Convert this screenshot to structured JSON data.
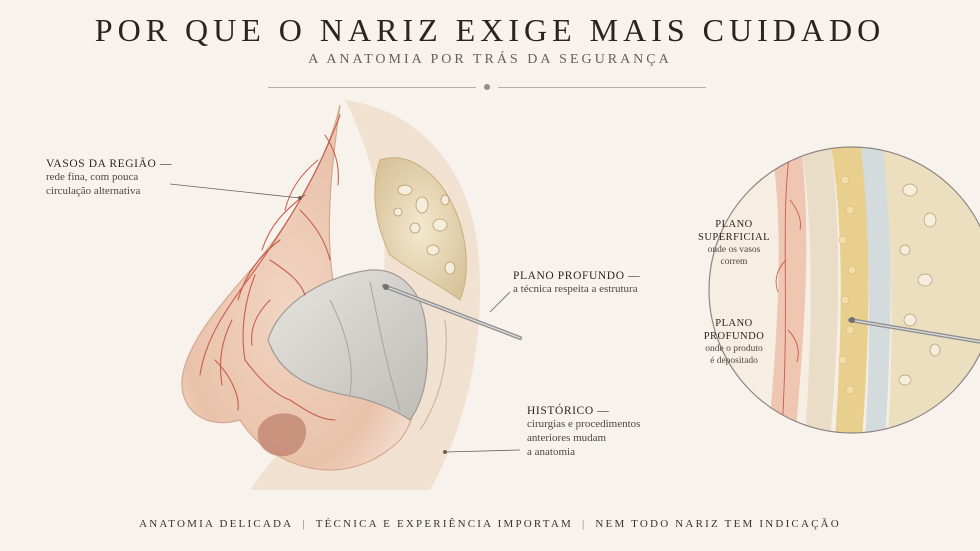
{
  "header": {
    "title": "POR QUE O NARIZ EXIGE MAIS CUIDADO",
    "subtitle": "A ANATOMIA POR TRÁS DA SEGURANÇA"
  },
  "labels": {
    "vessels": {
      "title": "VASOS DA REGIÃO —",
      "line1": "rede fina, com pouca",
      "line2": "circulação alternativa"
    },
    "deep_plane": {
      "title": "PLANO PROFUNDO —",
      "line1": "a técnica respeita a estrutura"
    },
    "history": {
      "title": "HISTÓRICO —",
      "line1": "cirurgias e procedimentos",
      "line2": "anteriores mudam",
      "line3": "a anatomia"
    }
  },
  "inset": {
    "superficial": {
      "title1": "PLANO",
      "title2": "SUPERFICIAL",
      "line1": "onde os vasos",
      "line2": "correm"
    },
    "deep": {
      "title1": "PLANO",
      "title2": "PROFUNDO",
      "line1": "onde o produto",
      "line2": "é depositado"
    }
  },
  "footer": {
    "items": [
      "ANATOMIA DELICADA",
      "TÉCNICA E EXPERIÊNCIA IMPORTAM",
      "NEM TODO NARIZ TEM INDICAÇÃO"
    ],
    "separator": "|"
  },
  "colors": {
    "background": "#f7f3ec",
    "skin": "#ecc9b4",
    "vessel": "#c24a3a",
    "cartilage": "#d9d6d0",
    "bone": "#ecdfc0",
    "fat": "#e8cf8e"
  }
}
